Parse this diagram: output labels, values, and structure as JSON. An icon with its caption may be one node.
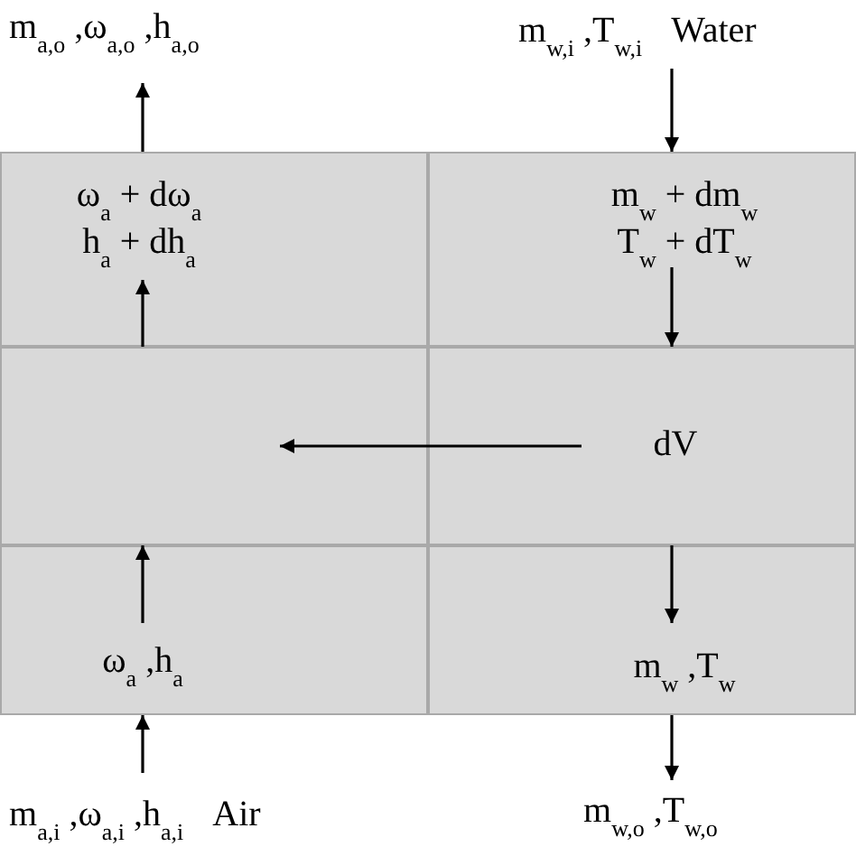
{
  "diagram": {
    "nodes": [
      {
        "text": [
          "m$_{a,o}$ ,ω$_{a,o}$ ,h$_{a,o}$"
        ]
      },
      {
        "text": [
          "m$_{w,i}$ ,T$_{w,i}$"
        ],
        "beside": [
          "Water"
        ]
      },
      {
        "text": [
          "ω$_{a}$ + dω$_{a}$",
          "h$_{a}$ + dh$_{a}$"
        ]
      },
      {
        "text": [
          "m$_{w}$ + dm$_{w}$",
          "T$_{w}$ + dT$_{w}$"
        ]
      },
      {
        "text": [],
        "shape": "box"
      },
      {
        "text": [
          "dV"
        ]
      },
      {
        "text": [
          "ω$_{a}$ ,h$_{a}$"
        ]
      },
      {
        "text": [
          "m$_{w}$ ,T$_{w}$"
        ]
      },
      {
        "text": [
          "m$_{a,i}$ ,ω$_{a,i}$ ,h$_{a,i}$"
        ],
        "beside": [
          "Air"
        ]
      },
      {
        "text": [
          "m$_{w,o}$ ,T$_{w,o}$"
        ]
      }
    ],
    "edges": [
      {
        "from": 8,
        "to": 6,
        "arrow": "to"
      },
      {
        "from": 6,
        "to": 4,
        "arrow": "to"
      },
      {
        "from": 4,
        "to": 2,
        "arrow": "to"
      },
      {
        "from": 2,
        "to": 0,
        "arrow": "to"
      },
      {
        "from": 1,
        "to": 3,
        "arrow": "to"
      },
      {
        "from": 3,
        "to": 5,
        "arrow": "to"
      },
      {
        "from": 5,
        "to": 7,
        "arrow": "to"
      },
      {
        "from": 7,
        "to": 9,
        "arrow": "to"
      },
      {
        "from": 5,
        "to": 4,
        "arrow": "to"
      }
    ]
  }
}
